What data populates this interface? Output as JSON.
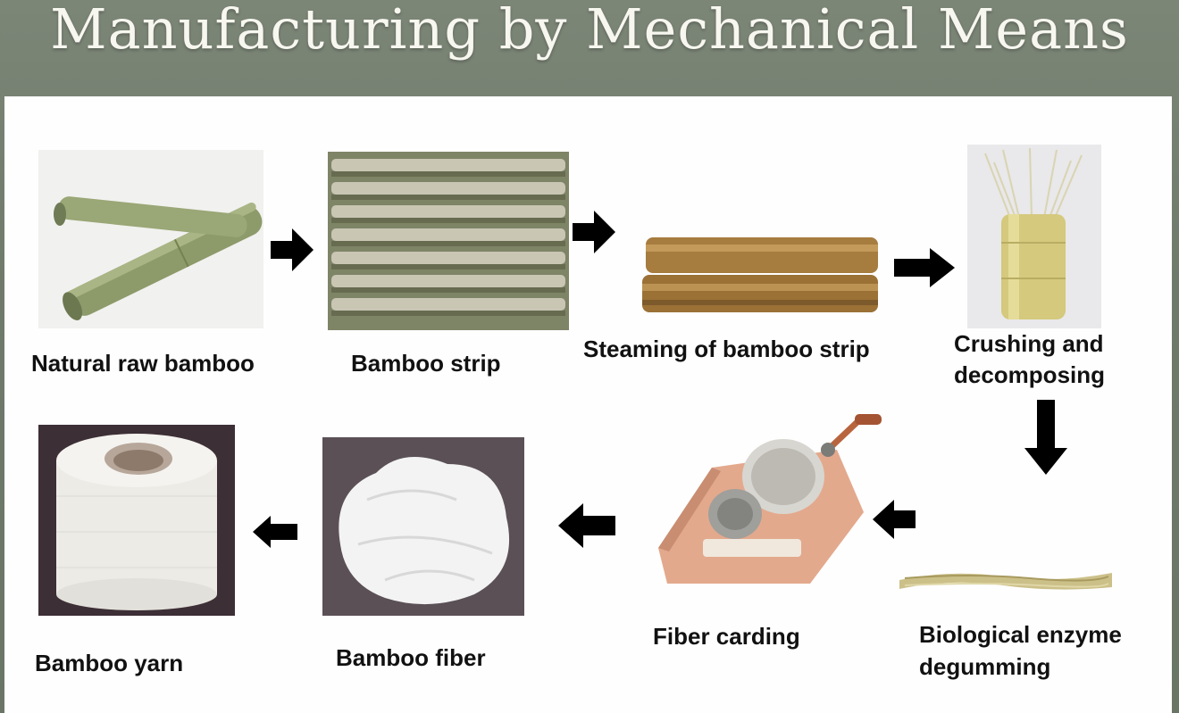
{
  "title": "Manufacturing by Mechanical Means",
  "steps": {
    "natural_raw_bamboo": "Natural raw bamboo",
    "bamboo_strip": "Bamboo strip",
    "steaming": "Steaming of bamboo strip",
    "crushing_line1": "Crushing and",
    "crushing_line2": "decomposing",
    "enzyme_line1": "Biological enzyme",
    "enzyme_line2": "degumming",
    "fiber_carding": "Fiber carding",
    "bamboo_fiber": "Bamboo fiber",
    "bamboo_yarn": "Bamboo yarn"
  },
  "colors": {
    "background": "#6f7a6b",
    "panel": "#fefefe",
    "arrow": "#000000",
    "title": "#f7f7f0"
  },
  "icons": {
    "arrow": "thick-block-arrow"
  }
}
